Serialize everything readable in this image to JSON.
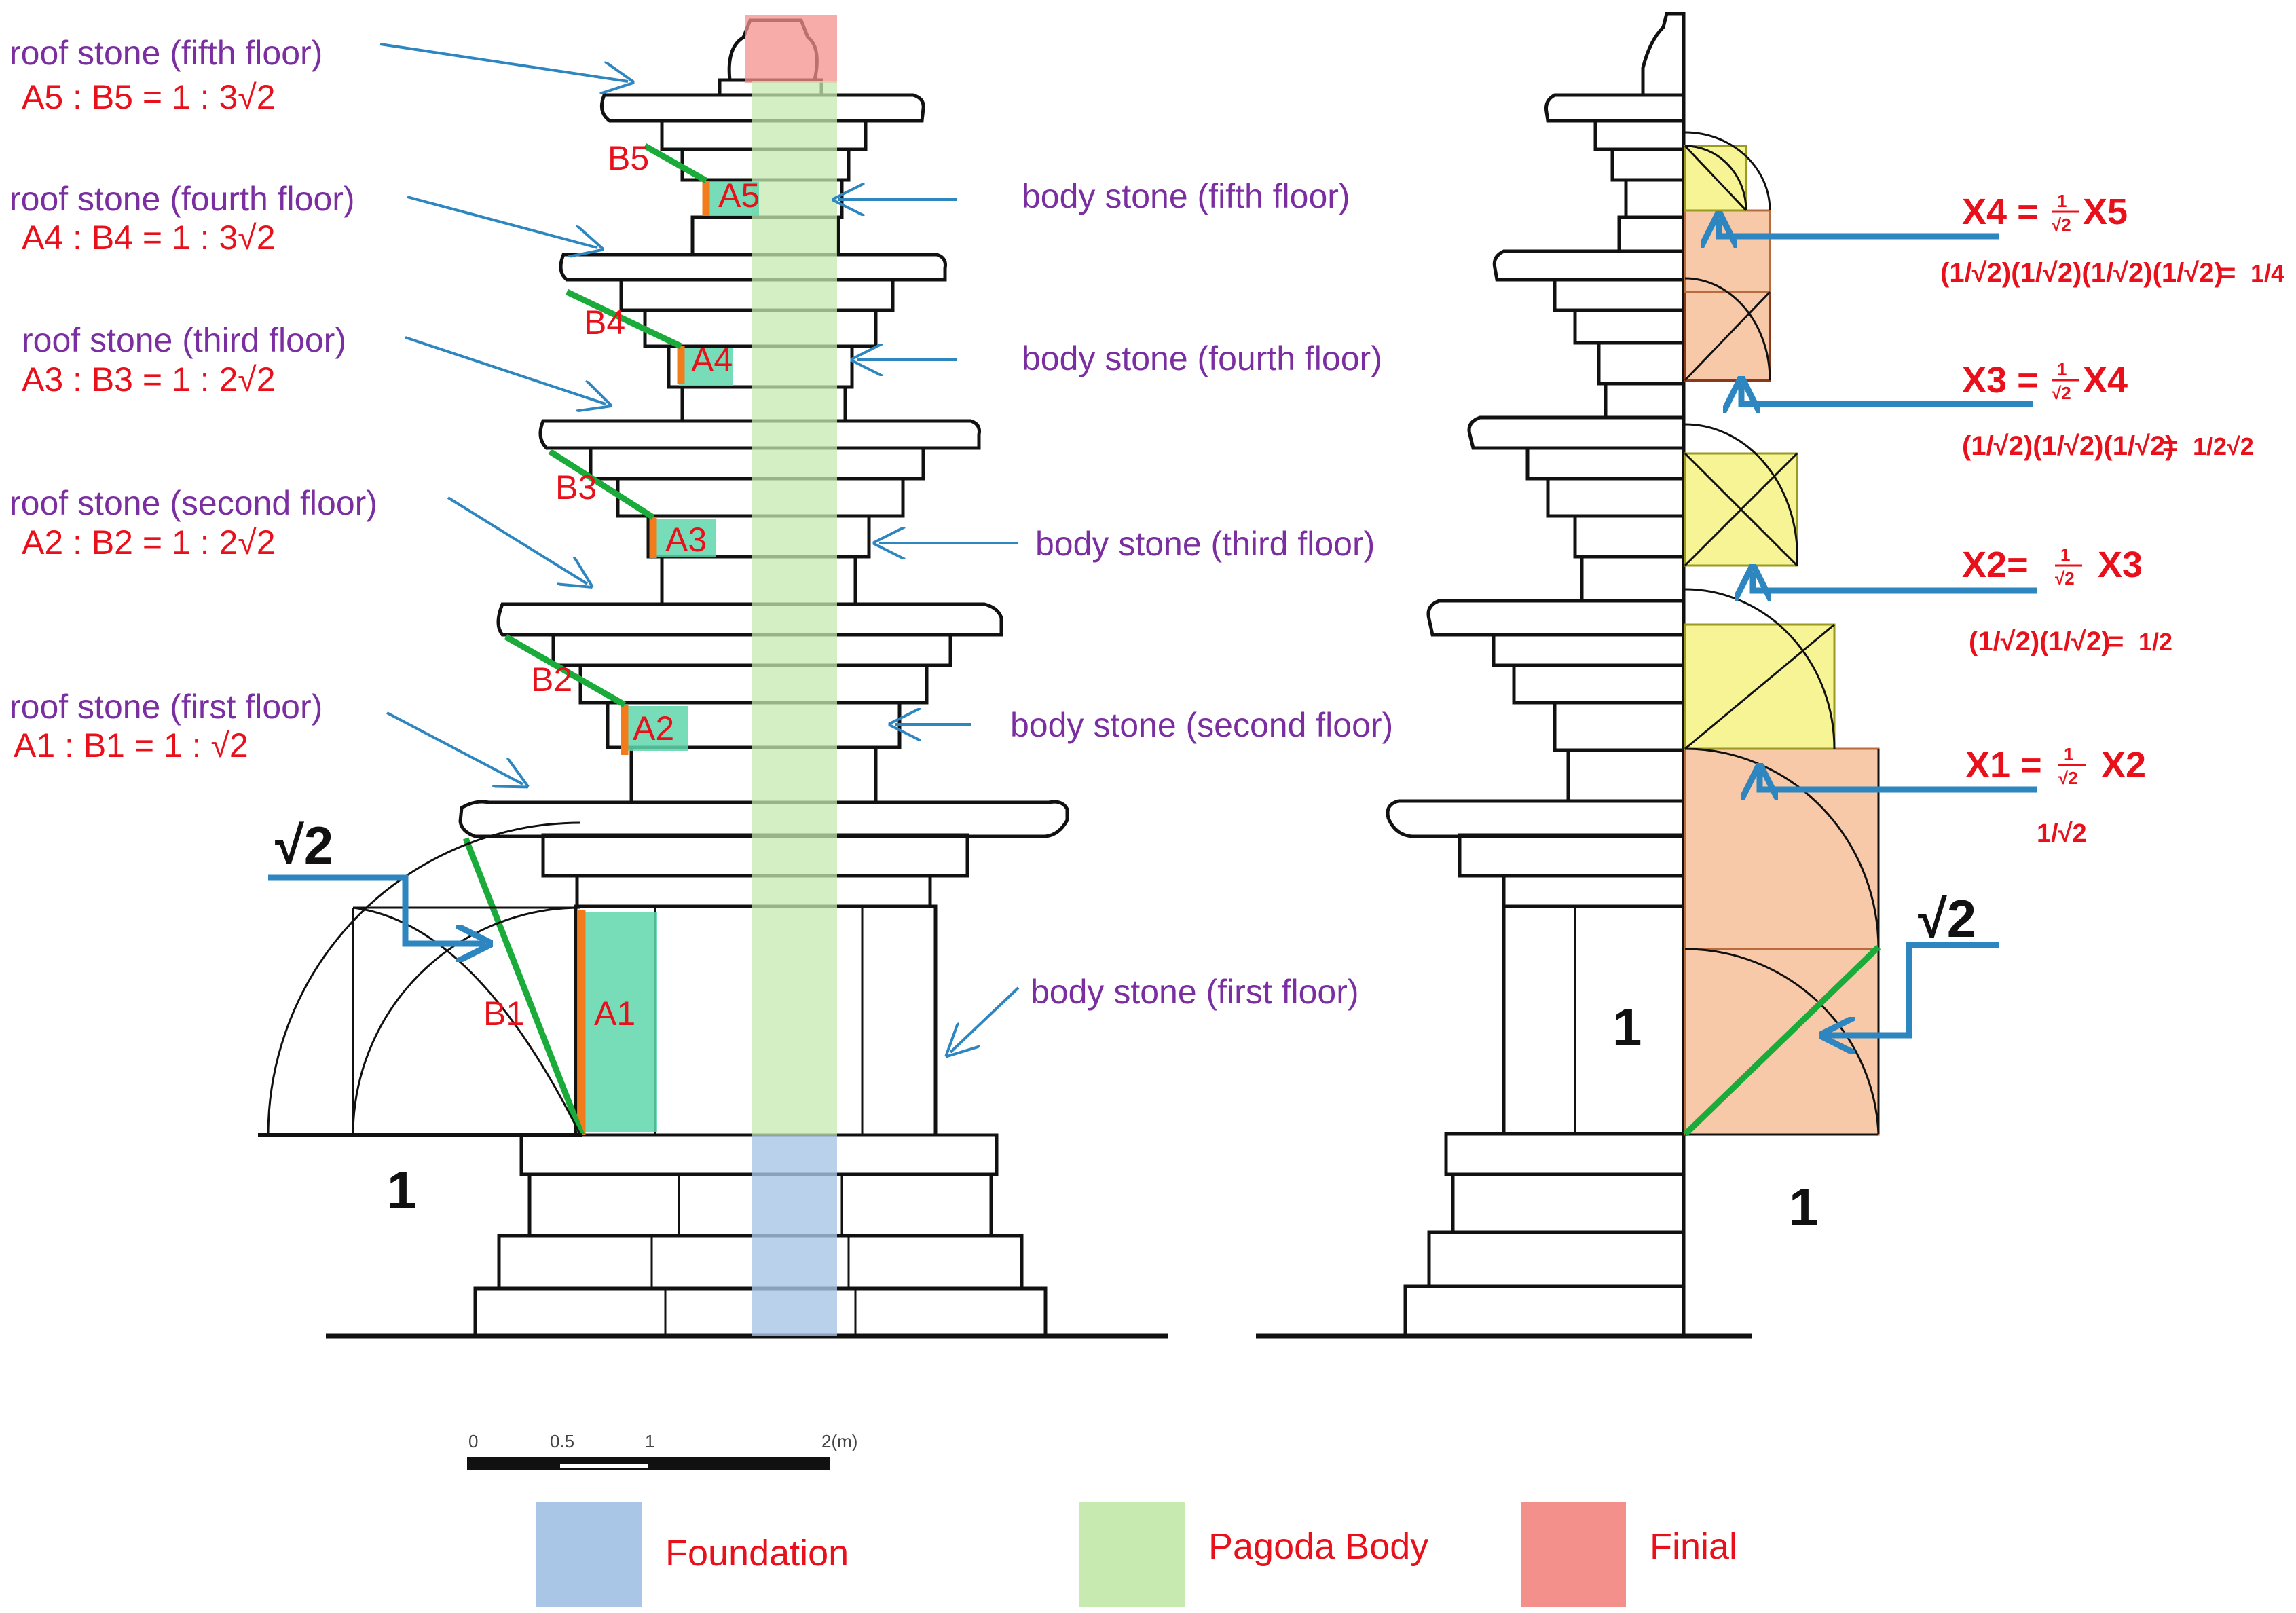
{
  "colors": {
    "foundation": "#a9c6e6",
    "pagoda_body": "#c6eab0",
    "finial": "#f4908c",
    "a_segments": "#5fd7ab",
    "ratio_green": "#1aab3a",
    "ratio_orange": "#f27c1c",
    "arrow_blue": "#2e86c1",
    "label_purple": "#7a2ea0",
    "label_red": "#e8101a",
    "square_yellow": "#f6f38a",
    "square_peach": "#f7c3a0"
  },
  "roof_labels": [
    {
      "name": "roof stone (fifth floor)",
      "ratio": "A5 : B5 = 1 : 3√2"
    },
    {
      "name": "roof stone (fourth floor)",
      "ratio": "A4 : B4 = 1 : 3√2"
    },
    {
      "name": "roof stone (third floor)",
      "ratio": "A3 : B3 = 1 : 2√2"
    },
    {
      "name": "roof stone (second floor)",
      "ratio": "A2 : B2 = 1 : 2√2"
    },
    {
      "name": "roof stone (first floor)",
      "ratio": "A1 : B1 = 1 : √2"
    }
  ],
  "body_labels": [
    "body stone (fifth floor)",
    "body stone (fourth floor)",
    "body stone (third floor)",
    "body stone (second floor)",
    "body stone (first floor)"
  ],
  "segment_labels": {
    "a": [
      "A1",
      "A2",
      "A3",
      "A4",
      "A5"
    ],
    "b": [
      "B1",
      "B2",
      "B3",
      "B4",
      "B5"
    ]
  },
  "left_unit": {
    "sqrt2": "√2",
    "one": "1"
  },
  "right_unit": {
    "sqrt2": "√2",
    "one_side": "1",
    "one_bottom": "1"
  },
  "formulas": {
    "x4": {
      "lhs": "X4",
      "rhs": "X5",
      "chain": "(1/√2)(1/√2)(1/√2)(1/√2)",
      "result": "1/4"
    },
    "x3": {
      "lhs": "X3",
      "rhs": "X4",
      "chain": "(1/√2)(1/√2)(1/√2)",
      "result": "1/2√2"
    },
    "x2": {
      "lhs": "X2",
      "rhs": "X3",
      "chain": "(1/√2)(1/√2)",
      "result": "1/2"
    },
    "x1": {
      "lhs": "X1",
      "rhs": "X2",
      "result": "1/√2"
    }
  },
  "frac": {
    "num": "1",
    "den": "√2"
  },
  "scale_bar": [
    "0",
    "0.5",
    "1",
    "2(m)"
  ],
  "legend": [
    {
      "label": "Foundation",
      "color": "#a9c6e6"
    },
    {
      "label": "Pagoda Body",
      "color": "#c6eab0"
    },
    {
      "label": "Finial",
      "color": "#f4908c"
    }
  ]
}
